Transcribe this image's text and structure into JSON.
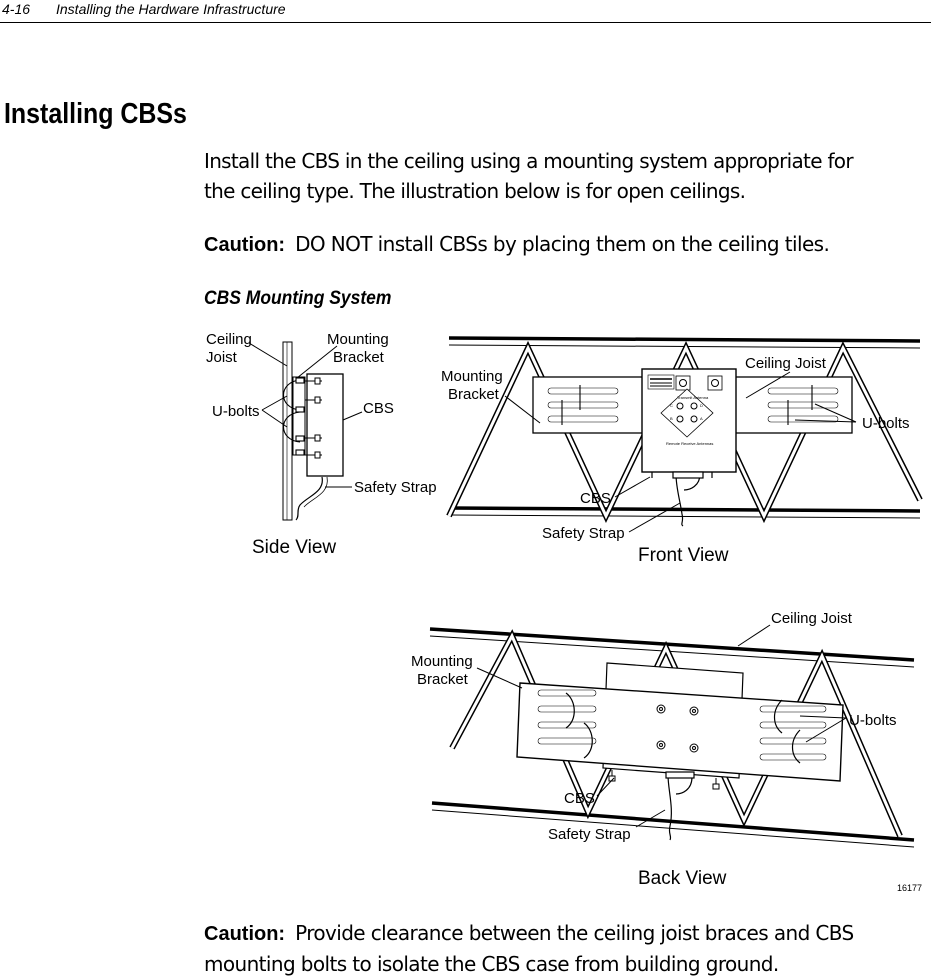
{
  "header": {
    "page_number": "4-16",
    "chapter_title": "Installing the Hardware Infrastructure"
  },
  "section_title": "Installing CBSs",
  "intro": {
    "line1": "Install the CBS in the ceiling using a mounting system appropriate for",
    "line2": "the ceiling type. The illustration below is for open ceilings."
  },
  "caution_top": {
    "label": "Caution:",
    "text": "DO NOT install CBSs by placing them on the ceiling tiles."
  },
  "figure": {
    "title": "CBS Mounting System",
    "side_view": {
      "label_ceiling_joist_1": "Ceiling",
      "label_ceiling_joist_2": "Joist",
      "label_mounting_bracket_1": "Mounting",
      "label_mounting_bracket_2": "Bracket",
      "label_ubolts": "U-bolts",
      "label_cbs": "CBS",
      "label_safety_strap": "Safety Strap",
      "caption": "Side View"
    },
    "front_view": {
      "label_mounting_bracket_1": "Mounting",
      "label_mounting_bracket_2": "Bracket",
      "label_ceiling_joist": "Ceiling Joist",
      "label_ubolts": "U-bolts",
      "label_cbs": "CBS",
      "label_safety_strap": "Safety Strap",
      "caption": "Front View",
      "panel_transmit": "Transmit Antenna",
      "panel_receive": "Remote Receive Antennas",
      "port_c": "C",
      "port_d": "D",
      "port_b": "B",
      "port_a": "A"
    },
    "back_view": {
      "label_ceiling_joist": "Ceiling Joist",
      "label_mounting_bracket_1": "Mounting",
      "label_mounting_bracket_2": "Bracket",
      "label_ubolts": "U-bolts",
      "label_cbs": "CBS",
      "label_safety_strap": "Safety Strap",
      "caption": "Back View"
    },
    "figure_number": "16177"
  },
  "caution_bottom": {
    "label": "Caution:",
    "line1": "Provide clearance between the ceiling joist braces and CBS",
    "line2": "mounting bolts to isolate the CBS case from building ground."
  }
}
